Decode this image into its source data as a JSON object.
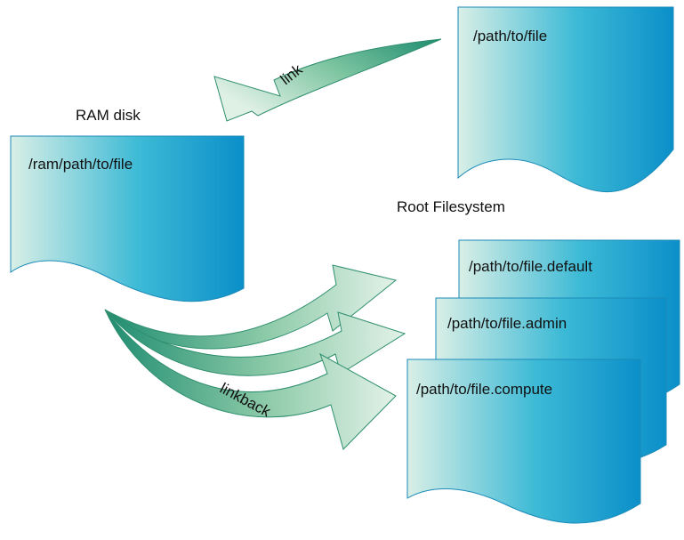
{
  "labels": {
    "ram_disk": "RAM disk",
    "root_filesystem": "Root Filesystem"
  },
  "arrows": {
    "link": "link",
    "linkback": "linkback"
  },
  "documents": {
    "top_file": "/path/to/file",
    "ram_file": "/ram/path/to/file",
    "default_file": "/path/to/file.default",
    "admin_file": "/path/to/file.admin",
    "compute_file": "/path/to/file.compute"
  },
  "colors": {
    "doc_light": "#d9efe6",
    "doc_mid": "#3dbad6",
    "doc_dark": "#0b8fc9",
    "doc_stroke": "#1b8ab8",
    "arrow_light": "#dff0e5",
    "arrow_dark": "#1e8c70",
    "arrow_stroke": "#2f8f6e"
  }
}
